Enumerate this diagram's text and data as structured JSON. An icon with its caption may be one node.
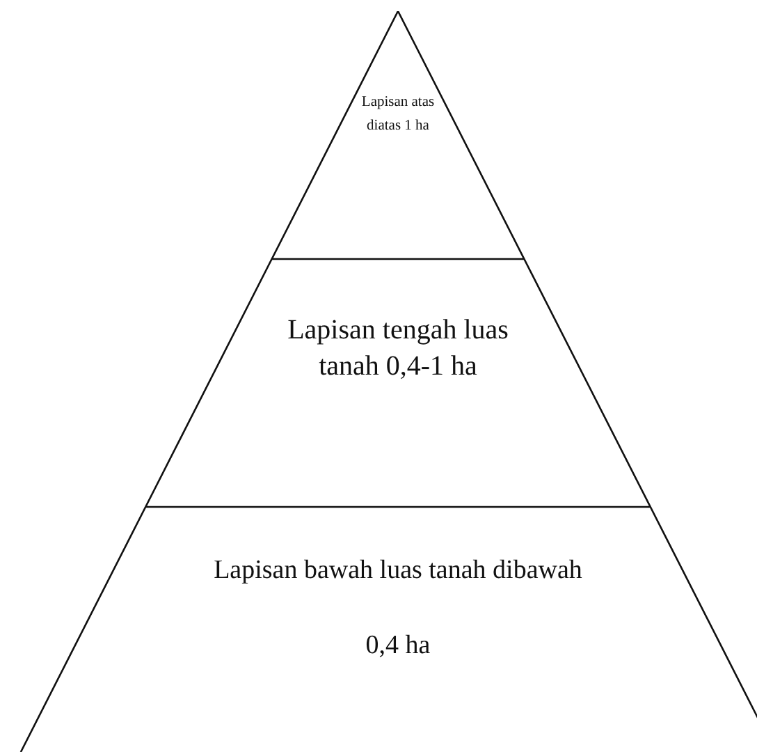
{
  "diagram": {
    "nodes": [
      {
        "text": [
          "Lapisan atas diatas 1 ha"
        ]
      },
      {
        "text": [
          "Lapisan tengah luas tanah 0,4-1 ha"
        ]
      },
      {
        "text": [
          "Lapisan bawah luas tanah dibawah",
          "0,4 ha"
        ]
      }
    ]
  }
}
